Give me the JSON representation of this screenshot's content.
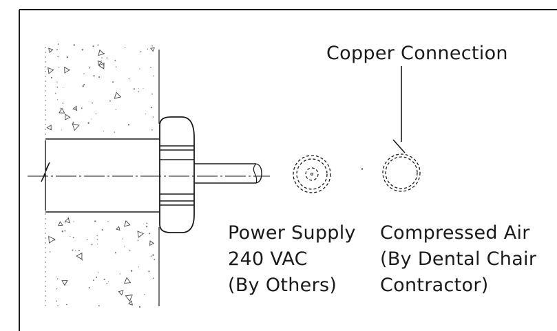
{
  "labels": {
    "copper_connection": "Copper Connection",
    "power_supply": {
      "line1": "Power Supply",
      "line2": "240 VAC",
      "line3": "(By Others)"
    },
    "compressed_air": {
      "line1": "Compressed Air",
      "line2": "(By Dental Chair",
      "line3": "Contractor)"
    }
  }
}
